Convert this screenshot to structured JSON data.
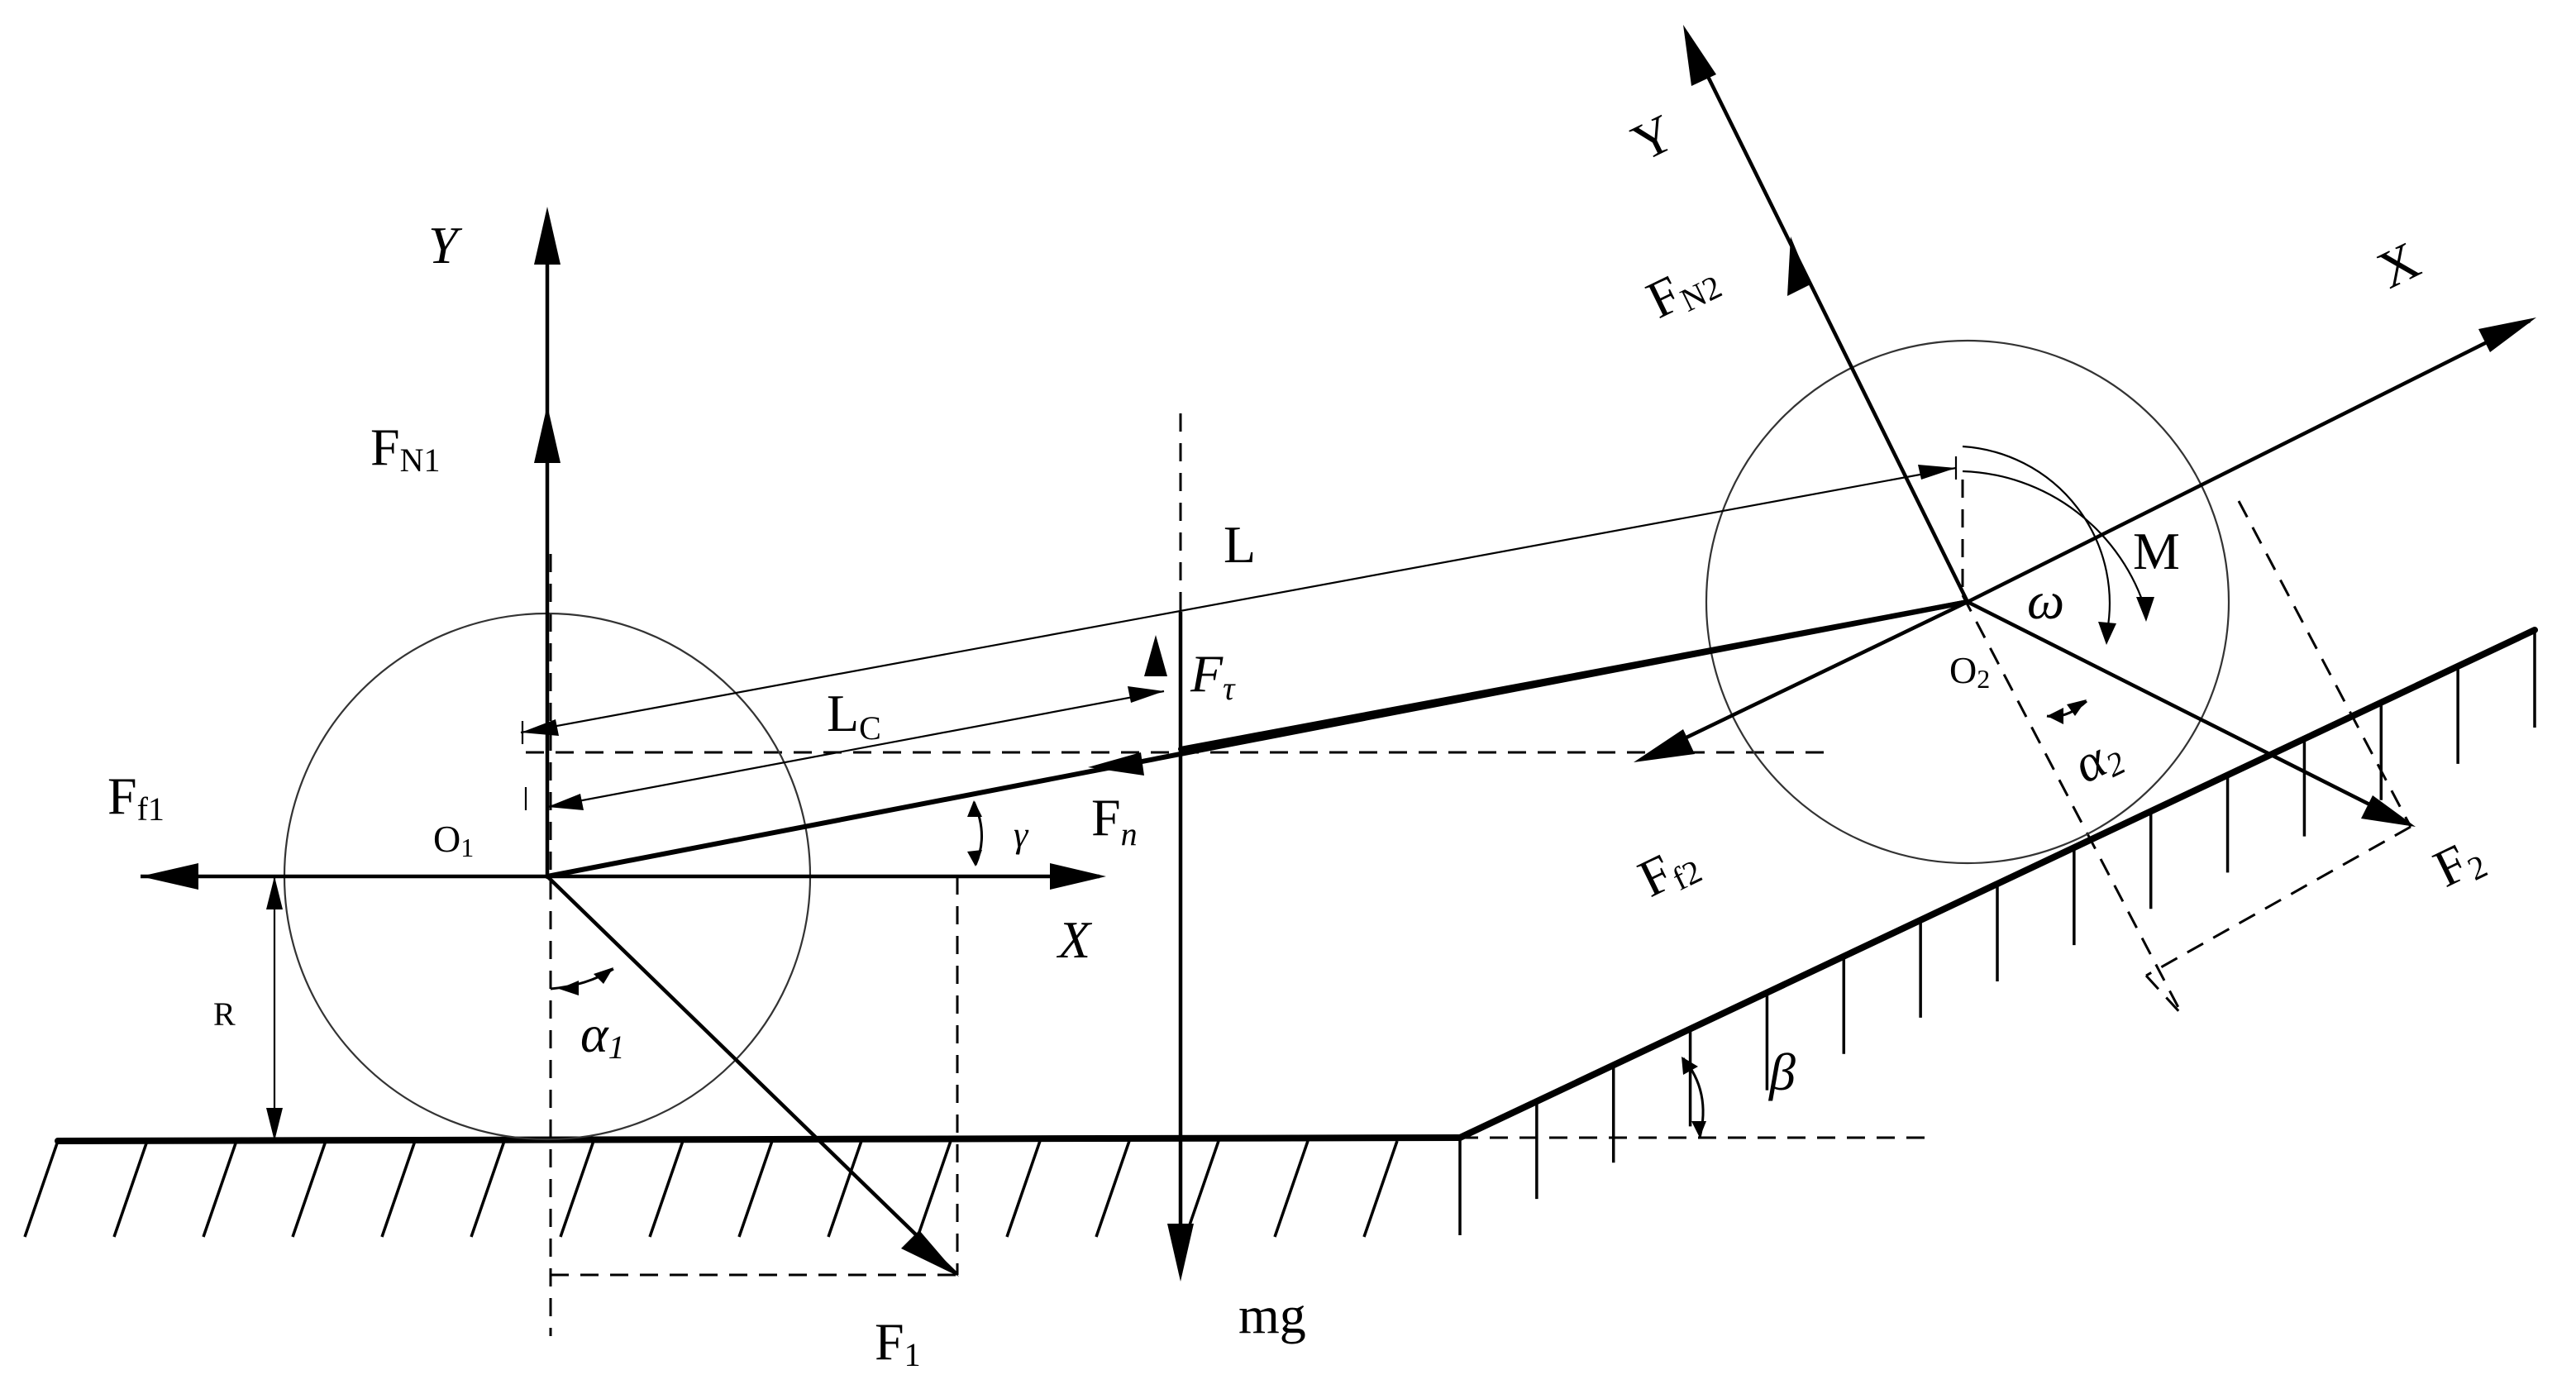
{
  "labels": {
    "y_left": "Y",
    "x_left": "X",
    "y_right": "Y",
    "x_right": "X",
    "fn1_main": "F",
    "fn1_sub": "N1",
    "ff1_main": "F",
    "ff1_sub": "f1",
    "o1_main": "O",
    "o1_sub": "1",
    "r": "R",
    "alpha1_main": "α",
    "alpha1_sub": "1",
    "f1_main": "F",
    "f1_sub": "1",
    "mg": "mg",
    "lc_main": "L",
    "lc_sub": "C",
    "l": "L",
    "ft_main": "F",
    "ft_sub": "τ",
    "fn_main": "F",
    "fn_sub": "n",
    "gamma": "γ",
    "beta": "β",
    "fn2_main": "F",
    "fn2_sub": "N2",
    "o2_main": "O",
    "o2_sub": "2",
    "omega": "ω",
    "m": "M",
    "alpha2_main": "α",
    "alpha2_sub": "2",
    "ff2_main": "F",
    "ff2_sub": "f2",
    "f2_main": "F",
    "f2_sub": "2"
  }
}
